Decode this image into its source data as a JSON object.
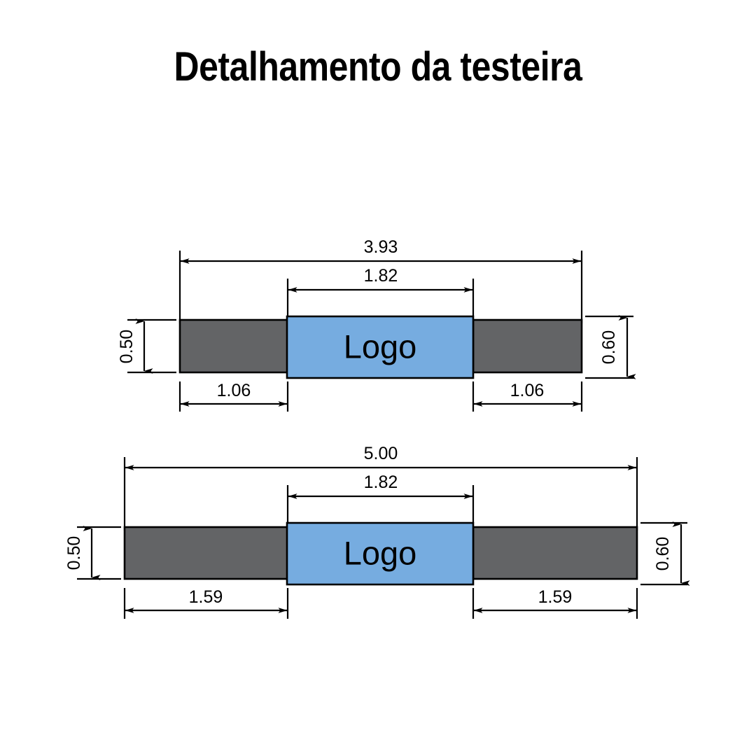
{
  "title": "Detalhamento da testeira",
  "colors": {
    "background": "#ffffff",
    "panel_gray": "#636466",
    "logo_blue": "#76ace0",
    "line_black": "#000000",
    "text_black": "#000000"
  },
  "diagrams": [
    {
      "id": "diagram-top",
      "logo_label": "Logo",
      "dimensions": {
        "overall_width": "3.93",
        "logo_width": "1.82",
        "left_segment": "1.06",
        "right_segment": "1.06",
        "left_height": "0.50",
        "right_height": "0.60"
      }
    },
    {
      "id": "diagram-bottom",
      "logo_label": "Logo",
      "dimensions": {
        "overall_width": "5.00",
        "logo_width": "1.82",
        "left_segment": "1.59",
        "right_segment": "1.59",
        "left_height": "0.50",
        "right_height": "0.60"
      }
    }
  ]
}
